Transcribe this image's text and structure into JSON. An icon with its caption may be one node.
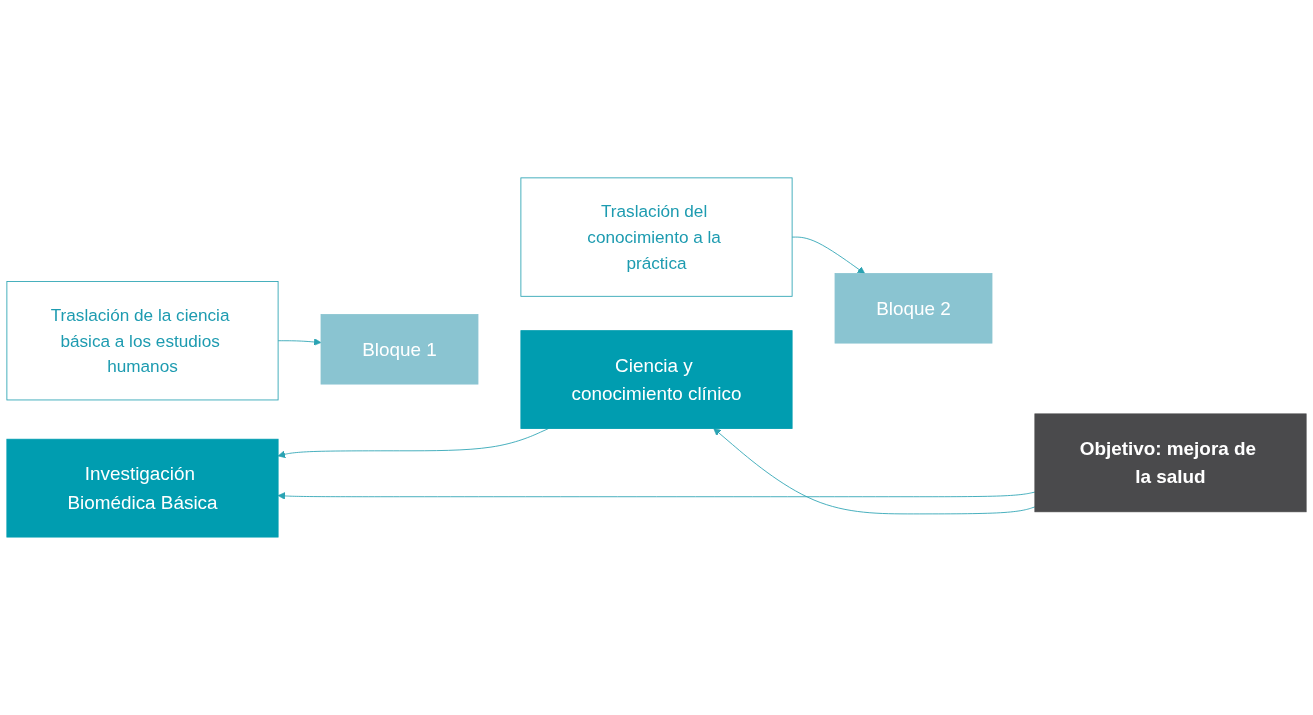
{
  "diagram": {
    "nodes": [
      {
        "text": [
          "Investigación Biomédica Básica"
        ]
      },
      {
        "text": [
          "Bloque 1"
        ]
      },
      {
        "text": [
          "Ciencia y conocimiento clínico"
        ]
      },
      {
        "text": [
          "Bloque 2"
        ]
      },
      {
        "text": [
          "Objetivo: mejora de la salud"
        ]
      },
      {
        "text": [
          "Traslación de la ciencia básica a los estudios humanos"
        ]
      },
      {
        "text": [
          "Traslación del conocimiento a la práctica"
        ]
      }
    ],
    "edges": [
      {
        "from": 4,
        "to": 0,
        "arrow": "to"
      },
      {
        "from": 2,
        "to": 0,
        "arrow": "to"
      },
      {
        "from": 4,
        "to": 2,
        "arrow": "to"
      },
      {
        "from": 5,
        "to": 1,
        "arrow": "to"
      },
      {
        "from": 6,
        "to": 3,
        "arrow": "to"
      }
    ]
  }
}
